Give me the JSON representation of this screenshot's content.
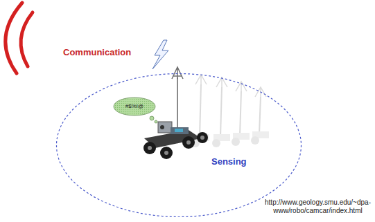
{
  "diagram": {
    "nodes": [
      {
        "text": [
          "Sensing"
        ]
      },
      {
        "text": [
          "#$%!@"
        ],
        "in": 0
      }
    ],
    "labels": [
      "Communication",
      "http://www.geology.smu.edu/~dpa- www/robo/camcar/index.html"
    ]
  }
}
